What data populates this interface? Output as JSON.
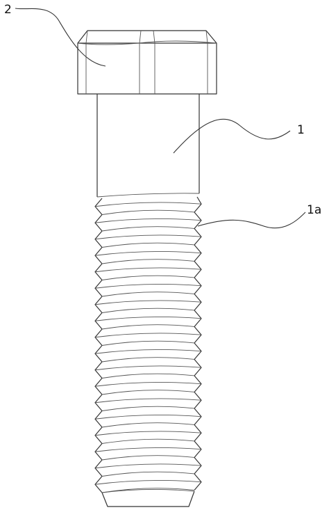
{
  "figure": {
    "labels": {
      "head": "2",
      "shank": "1",
      "thread": "1a"
    }
  }
}
